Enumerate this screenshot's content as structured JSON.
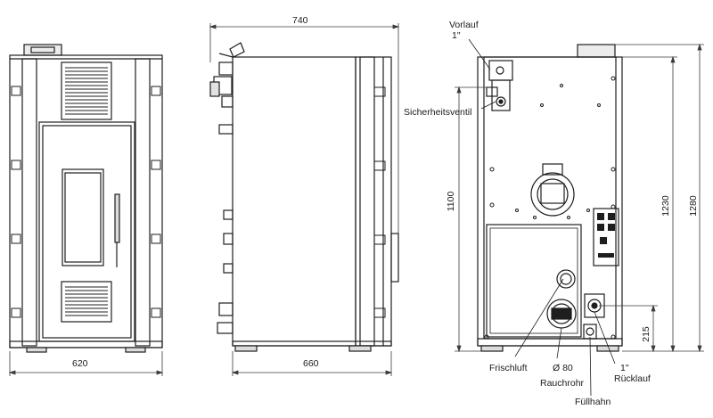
{
  "dimensions": {
    "front_width": "620",
    "side_depth_top": "740",
    "side_depth_bottom": "660",
    "rear_height_vorlauf": "1100",
    "rear_height_top": "1230",
    "rear_height_total": "1280",
    "rear_height_ruecklauf": "215"
  },
  "labels": {
    "vorlauf_line1": "Vorlauf",
    "vorlauf_line2": "1\"",
    "sicherheitsventil": "Sicherheitsventil",
    "frischluft": "Frischluft",
    "rauchrohr_line1": "Ø 80",
    "rauchrohr_line2": "Rauchrohr",
    "ruecklauf_line1": "1\"",
    "ruecklauf_line2": "Rücklauf",
    "fuellhahn": "Füllhahn"
  },
  "colors": {
    "line": "#1e1e1e",
    "dim_line": "#3a3a3a",
    "fill_light": "#f4f4f4"
  }
}
